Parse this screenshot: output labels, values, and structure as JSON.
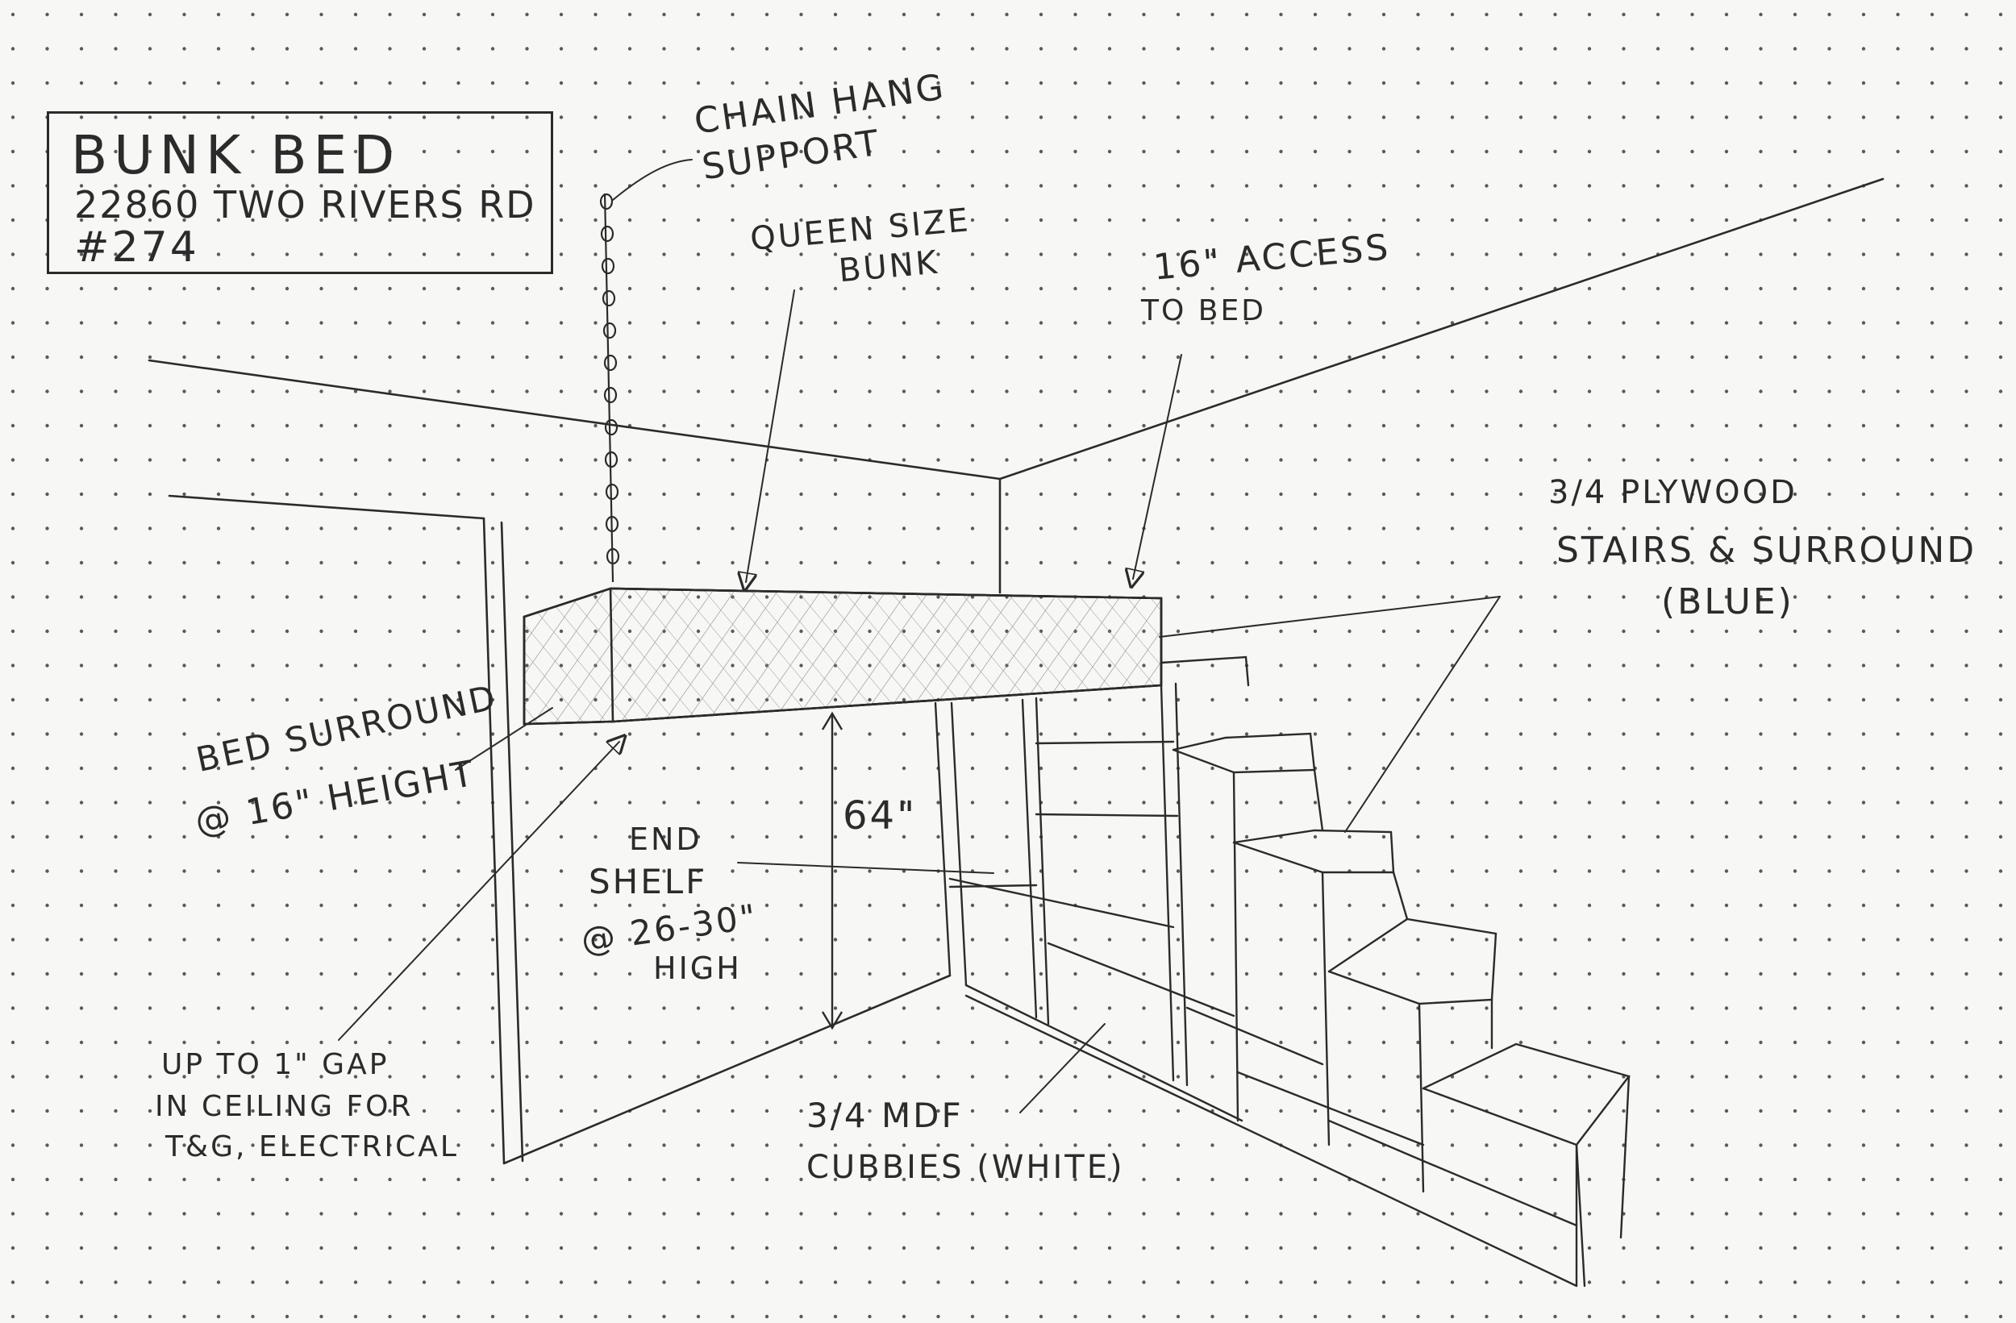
{
  "title_block": {
    "line1": "BUNK BED",
    "line2": "22860 TWO RIVERS RD",
    "line3": "#274"
  },
  "annotations": {
    "chain_hang_line1": "CHAIN HANG",
    "chain_hang_line2": "SUPPORT",
    "queen_size_line1": "QUEEN SIZE",
    "queen_size_line2": "BUNK",
    "access_line1": "16\" ACCESS",
    "access_line2": "TO BED",
    "plywood_line1": "3/4 PLYWOOD",
    "plywood_line2": "STAIRS & SURROUND",
    "plywood_line3": "(BLUE)",
    "bed_surround_line1": "BED SURROUND",
    "bed_surround_line2": "@ 16\" HEIGHT",
    "height_dim": "64\"",
    "end_shelf_line1": "END",
    "end_shelf_line2": "SHELF",
    "end_shelf_line3": "@ 26-30\"",
    "end_shelf_line4": "HIGH",
    "gap_line1": "UP TO 1\" GAP",
    "gap_line2": "IN CEILING FOR",
    "gap_line3": "T&G, ELECTRICAL",
    "mdf_line1": "3/4 MDF",
    "mdf_line2": "CUBBIES (WHITE)"
  },
  "colors": {
    "ink": "#2b2b2b",
    "paper": "#f7f7f5",
    "grid_dot": "#5a5a5a"
  }
}
